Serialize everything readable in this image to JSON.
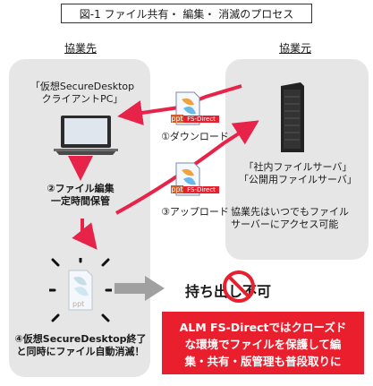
{
  "figure_title": "図-1 ファイル共有・ 編集・ 消滅のプロセス",
  "left_header": "協業先",
  "right_header": "協業元",
  "client_label_line1": "「仮想SecureDesktop",
  "client_label_line2": "クライアントPC」",
  "edit_label_line1": "②ファイル編集",
  "edit_label_line2": "一定時間保管",
  "download_label": "①ダウンロード",
  "upload_label": "③アップロード",
  "server_label_line1": "「社内ファイルサーバ」",
  "server_label_line2": "「公開用ファイルサーバ」",
  "access_note_line1": "協業先はいつでもファイル",
  "access_note_line2": "サーバーにアクセス可能",
  "erase_label_line1": "④仮想SecureDesktop終了",
  "erase_label_line2": "と同時にファイル自動消滅！",
  "no_takeout_label": "持ち出し不可",
  "promo_line1": "ALM FS-Directではクローズド",
  "promo_line2": "な環境でファイルを保護して編",
  "promo_line3": "集・共有・版管理も普段取りに",
  "fs_badge": "FS-Direct",
  "ppt_badge": "ppt",
  "colors": {
    "accent_red": "#ea1f2d",
    "arrow_red": "#e8234a",
    "panel_gray": "#e6e6e6"
  }
}
